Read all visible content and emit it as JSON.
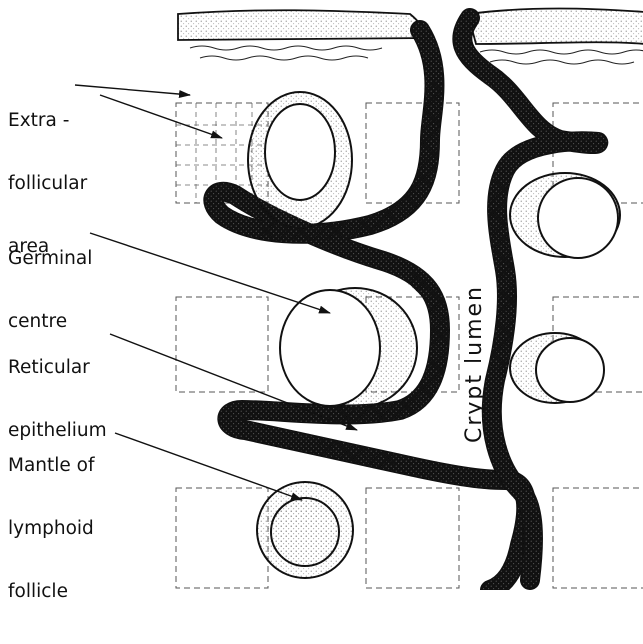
{
  "labels": {
    "extrafollicular": [
      "Extra -",
      "follicular",
      "area"
    ],
    "germinal_centre": [
      "Germinal",
      "centre"
    ],
    "reticular_epithelium": [
      "Reticular",
      "epithelium"
    ],
    "mantle": [
      "Mantle of",
      "lymphoid",
      "follicle"
    ]
  },
  "crypt_lumen": "Crypt lumen"
}
